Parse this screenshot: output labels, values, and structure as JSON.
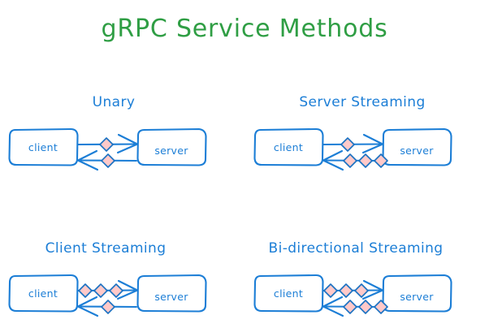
{
  "title": "gRPC Service Methods",
  "colors": {
    "title": "#2f9e44",
    "stroke": "#1c7ed6",
    "node_fill": "#ffffff",
    "message_fill": "#ffc9c9",
    "message_stroke": "#1971c2",
    "background": "#ffffff"
  },
  "node_labels": {
    "client": "client",
    "server": "server"
  },
  "panels": [
    {
      "id": "unary",
      "title": "Unary",
      "client_label": "client",
      "server_label": "server",
      "request_messages": 1,
      "response_messages": 1
    },
    {
      "id": "server-streaming",
      "title": "Server Streaming",
      "client_label": "client",
      "server_label": "server",
      "request_messages": 1,
      "response_messages": 3
    },
    {
      "id": "client-streaming",
      "title": "Client Streaming",
      "client_label": "client",
      "server_label": "server",
      "request_messages": 3,
      "response_messages": 1
    },
    {
      "id": "bidirectional-streaming",
      "title": "Bi-directional Streaming",
      "client_label": "client",
      "server_label": "server",
      "request_messages": 3,
      "response_messages": 3
    }
  ]
}
